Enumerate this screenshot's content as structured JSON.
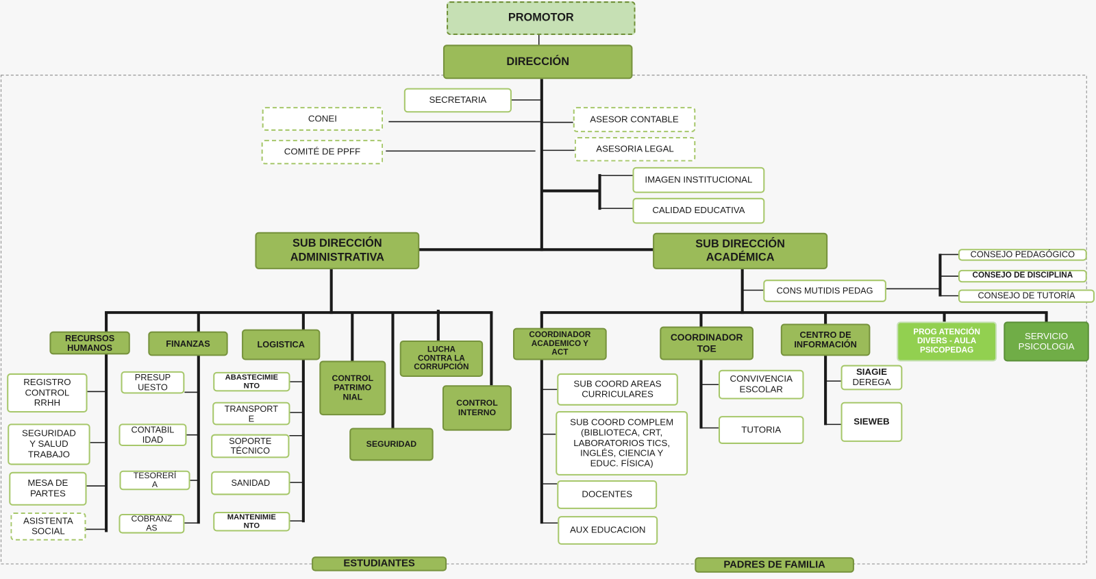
{
  "promotor": "PROMOTOR",
  "direccion": "DIRECCIÓN",
  "staff": {
    "secretaria": "SECRETARIA",
    "conei": "CONEI",
    "comite_ppff": "COMITÉ DE PPFF",
    "asesor_contable": "ASESOR CONTABLE",
    "asesoria_legal": "ASESORIA LEGAL",
    "imagen_institucional": "IMAGEN INSTITUCIONAL",
    "calidad_educativa": "CALIDAD EDUCATIVA"
  },
  "sub_administrativa": {
    "title": "SUB DIRECCIÓN\nADMINISTRATIVA",
    "recursos_humanos": {
      "title": "RECURSOS\nHUMANOS",
      "items": [
        "REGISTRO\nCONTROL\nRRHH",
        "SEGURIDAD\nY SALUD\nTRABAJO",
        "MESA DE\nPARTES",
        "ASISTENTA\nSOCIAL"
      ]
    },
    "finanzas": {
      "title": "FINANZAS",
      "items": [
        "PRESUP\nUESTO",
        "CONTABIL\nIDAD",
        "TESORERÍ\nA",
        "COBRANZ\nAS"
      ]
    },
    "logistica": {
      "title": "LOGISTICA",
      "items": [
        "ABASTECIMIE\nNTO",
        "TRANSPORT\nE",
        "SOPORTE\nTÉCNICO",
        "SANIDAD",
        "MANTENIMIE\nNTO"
      ]
    },
    "control_patrimonial": "CONTROL\nPATRIMO\nNIAL",
    "lucha_corrupcion": "LUCHA\nCONTRA LA\nCORRUPCIÓN",
    "seguridad": "SEGURIDAD",
    "control_interno": "CONTROL\nINTERNO"
  },
  "sub_academica": {
    "title": "SUB DIRECCIÓN\nACADÉMICA",
    "cons_mutidis": "CONS MUTIDIS PEDAG",
    "consejos": [
      "CONSEJO PEDAGÓGICO",
      "CONSEJO DE DISCIPLINA",
      "CONSEJO DE TUTORÍA"
    ],
    "coordinador_academico": {
      "title": "COORDINADOR\nACADEMICO Y\nACT",
      "items": [
        "SUB COORD AREAS\nCURRICULARES",
        "SUB COORD COMPLEM\n(BIBLIOTECA, CRT,\nLABORATORIOS TICS,\nINGLÉS, CIENCIA Y\nEDUC. FÍSICA)",
        "DOCENTES",
        "AUX EDUCACION"
      ]
    },
    "coordinador_toe": {
      "title": "COORDINADOR\nTOE",
      "items": [
        "CONVIVENCIA\nESCOLAR",
        "TUTORIA"
      ]
    },
    "centro_informacion": {
      "title": "CENTRO DE\nINFORMACIÓN",
      "siagie": {
        "line1": "SIAGIE",
        "line2": "DEREGA"
      },
      "sieweb": "SIEWEB"
    },
    "prog_atencion": "PROG ATENCIÓN\nDIVERS - AULA\nPSICOPEDAG",
    "servicio_psicologia": "SERVICIO\nPSICOLOGIA"
  },
  "grupos": {
    "estudiantes": "ESTUDIANTES",
    "padres_familia": "PADRES DE FAMILIA"
  },
  "colors": {
    "primary_green": "#9bbb59",
    "border_green": "#76923c",
    "light_green": "#c6e0b4",
    "bright_green": "#92d050",
    "medium_green": "#70ad47",
    "connector": "#1a1a1a"
  }
}
